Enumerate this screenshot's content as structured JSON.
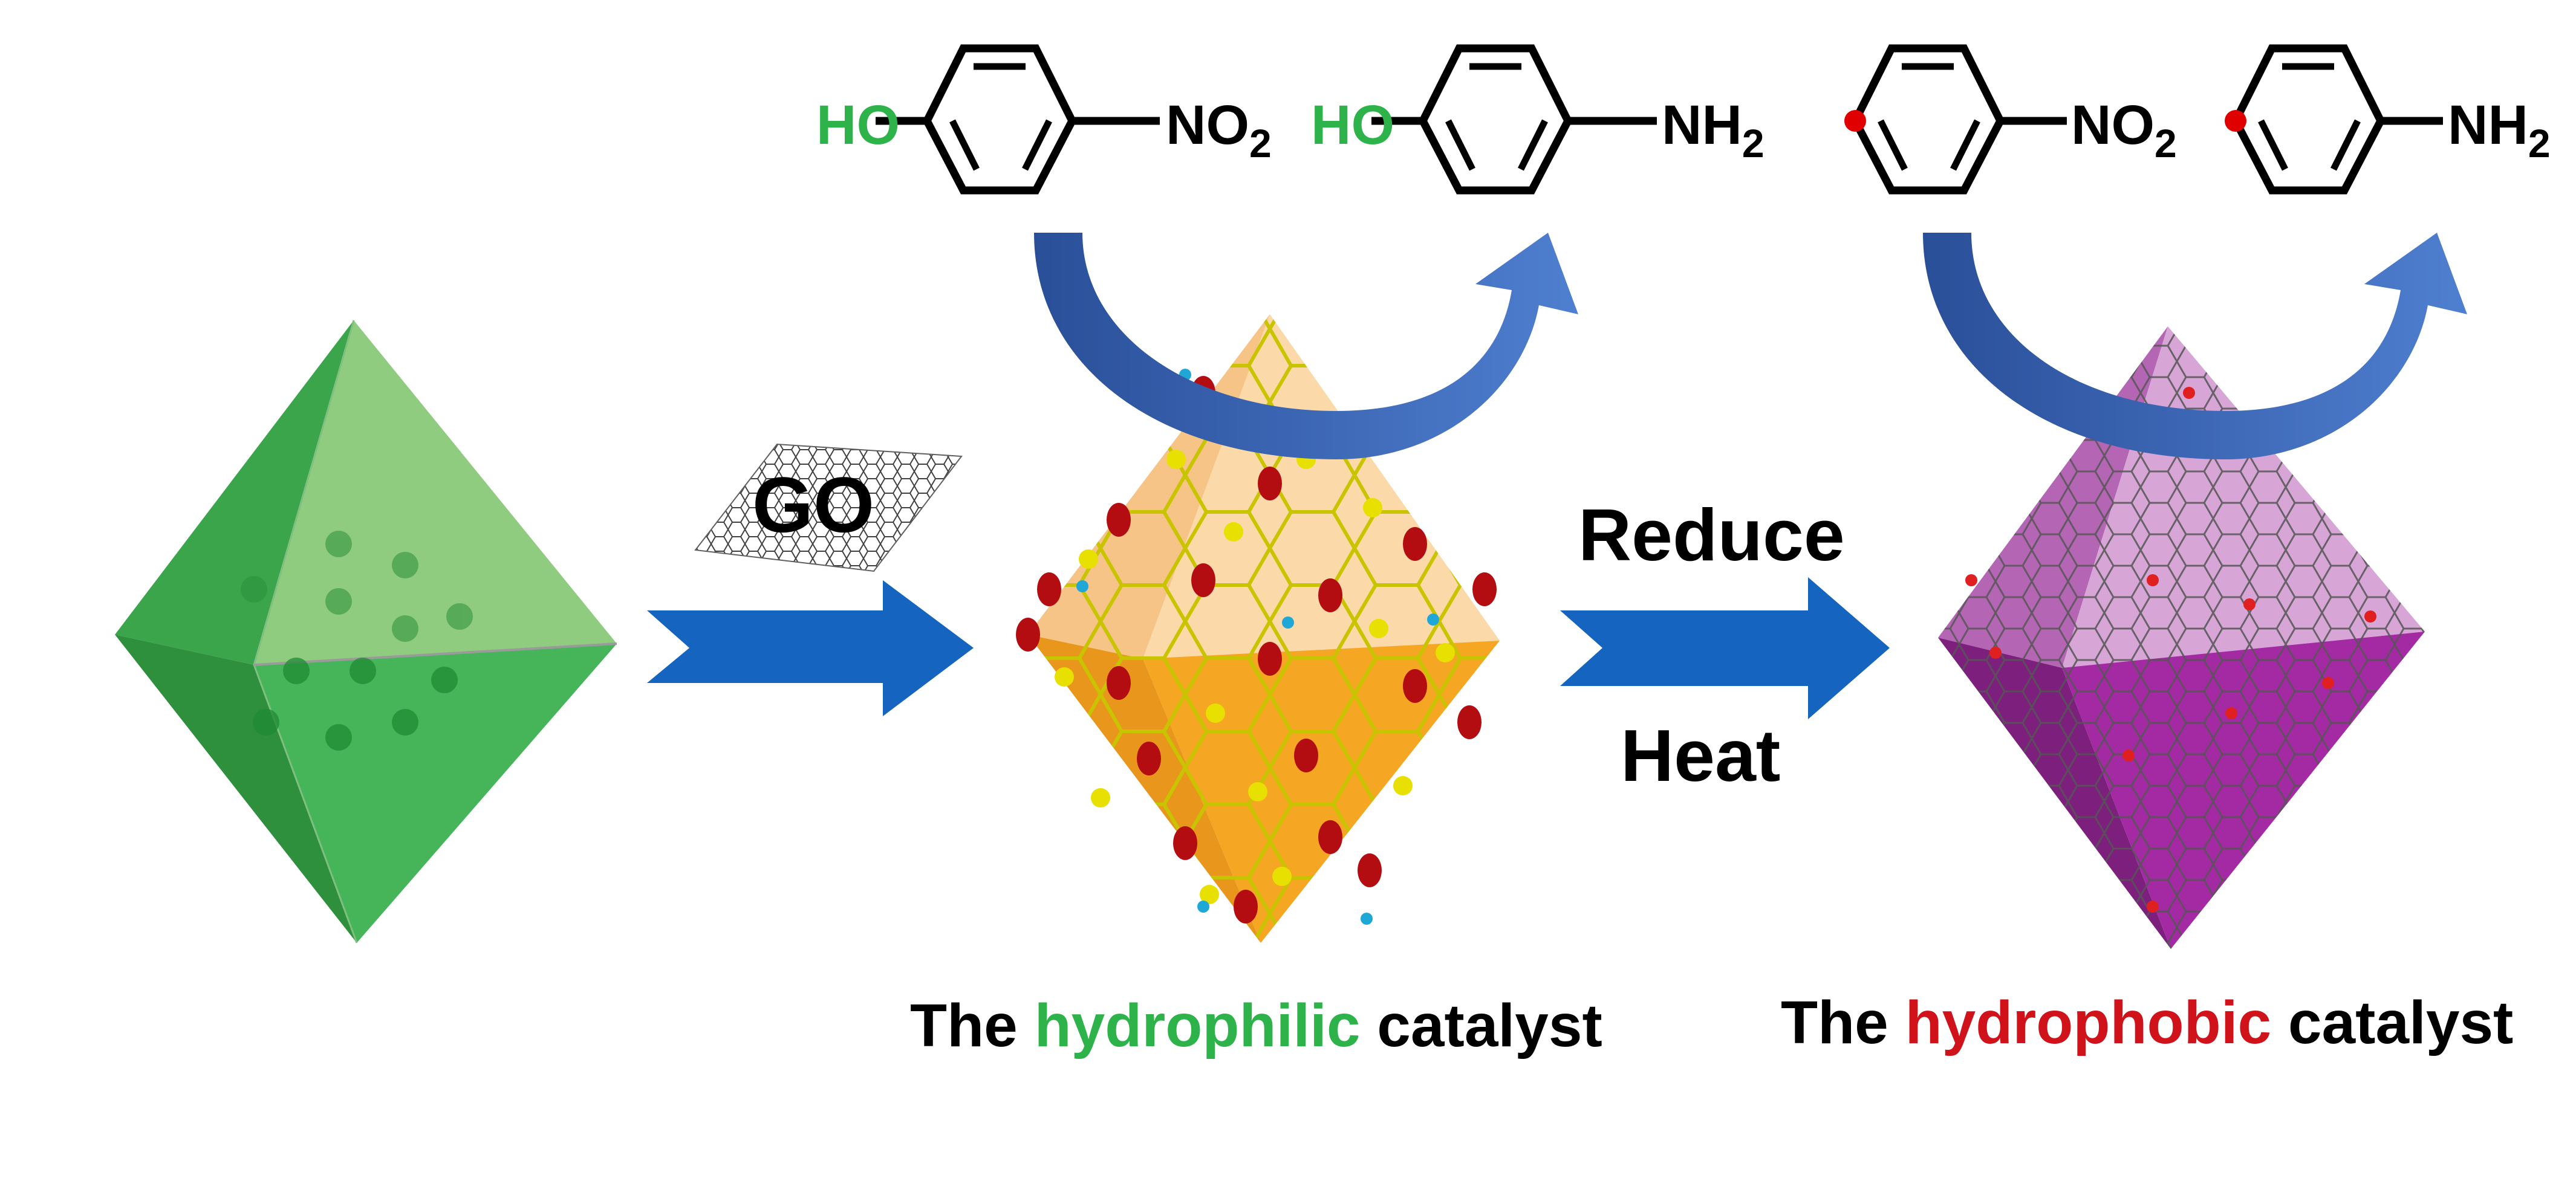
{
  "colors": {
    "green": "#2db34a",
    "red": "#d0121b",
    "arrow_blue": "#1565c0",
    "curve_blue": "#3b5ea8",
    "orange": "#f5a623",
    "purple": "#a020a0"
  },
  "reactions": {
    "hydrophilic": {
      "reactant": {
        "substituent": "HO",
        "group_main": "NO",
        "group_sub": "2"
      },
      "product": {
        "substituent": "HO",
        "group_main": "NH",
        "group_sub": "2"
      }
    },
    "hydrophobic": {
      "reactant": {
        "group_main": "NO",
        "group_sub": "2"
      },
      "product": {
        "group_main": "NH",
        "group_sub": "2"
      }
    }
  },
  "labels": {
    "go": "GO",
    "reduce": "Reduce",
    "heat": "Heat"
  },
  "captions": {
    "hydrophilic": {
      "prefix": "The ",
      "keyword": "hydrophilic",
      "suffix": " catalyst"
    },
    "hydrophobic": {
      "prefix": "The ",
      "keyword": "hydrophobic",
      "suffix": " catalyst"
    }
  }
}
